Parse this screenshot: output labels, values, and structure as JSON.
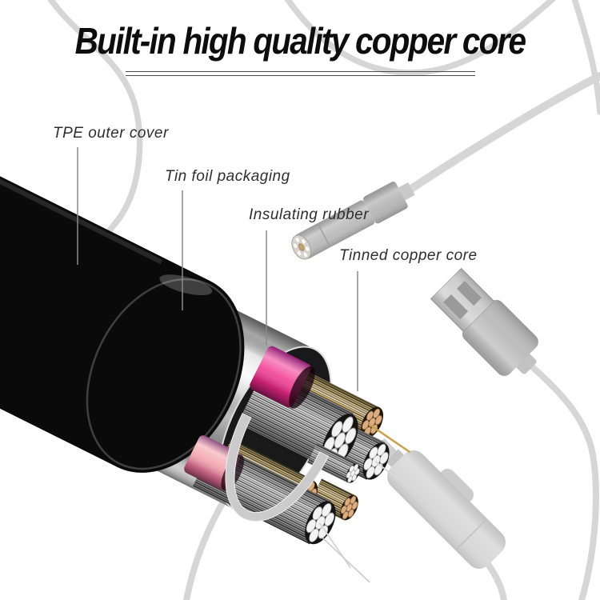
{
  "page": {
    "background": "#ffffff"
  },
  "title": {
    "text": "Built-in high quality copper core"
  },
  "callouts": [
    {
      "text": "TPE outer cover",
      "points_to": "black outer jacket"
    },
    {
      "text": "Tin foil packaging",
      "points_to": "silver foil shield layer"
    },
    {
      "text": "Insulating rubber",
      "points_to": "pink insulation sleeve"
    },
    {
      "text": "Tinned copper core",
      "points_to": "stranded wire cores"
    }
  ],
  "illustration": {
    "objects": [
      "stripped-cable-cross-section",
      "endoscope-camera-probe",
      "usb-a-connector",
      "inline-switch",
      "coiled-cable-loops"
    ]
  },
  "colors": {
    "jacket_black": "#0a0a0a",
    "foil_silver": "#c6c6c6",
    "insulation_pink": "#f0368f",
    "insulation_pink_light": "#f2a0a8",
    "copper_gold": "#c9a23f",
    "tinned_wire_silver": "#b5b5b5",
    "copper_core_tan": "#dcab7e",
    "strand_face_white": "#f3f3f3",
    "background_cable_gray": "#d6d6d6",
    "device_gray": "#c4c4c4",
    "leader_line_gray": "#8a8a8a",
    "label_text": "#2e2e2e",
    "title_text": "#0d0d0d"
  }
}
